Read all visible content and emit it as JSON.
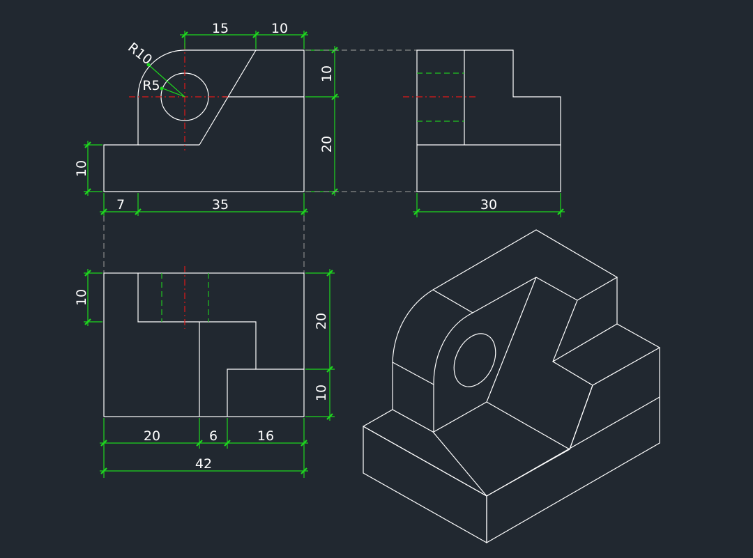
{
  "colors": {
    "background": "#212830",
    "object_line": "#ffffff",
    "dimension": "#1ed81e",
    "hidden_line": "#21c421",
    "center_line": "#e01818",
    "projection_line": "#8a8a8a"
  },
  "front_view": {
    "dims": {
      "top_left": "15",
      "top_right": "10",
      "radius_outer": "R10",
      "radius_inner": "R5",
      "left_height": "10",
      "right_upper": "10",
      "right_lower": "20",
      "bottom_left": "7",
      "bottom_right": "35"
    }
  },
  "side_view": {
    "dims": {
      "width": "30"
    }
  },
  "top_view": {
    "dims": {
      "left_height": "10",
      "right_upper": "20",
      "right_lower": "10",
      "seg_1": "20",
      "seg_2": "6",
      "seg_3": "16",
      "overall": "42"
    }
  }
}
